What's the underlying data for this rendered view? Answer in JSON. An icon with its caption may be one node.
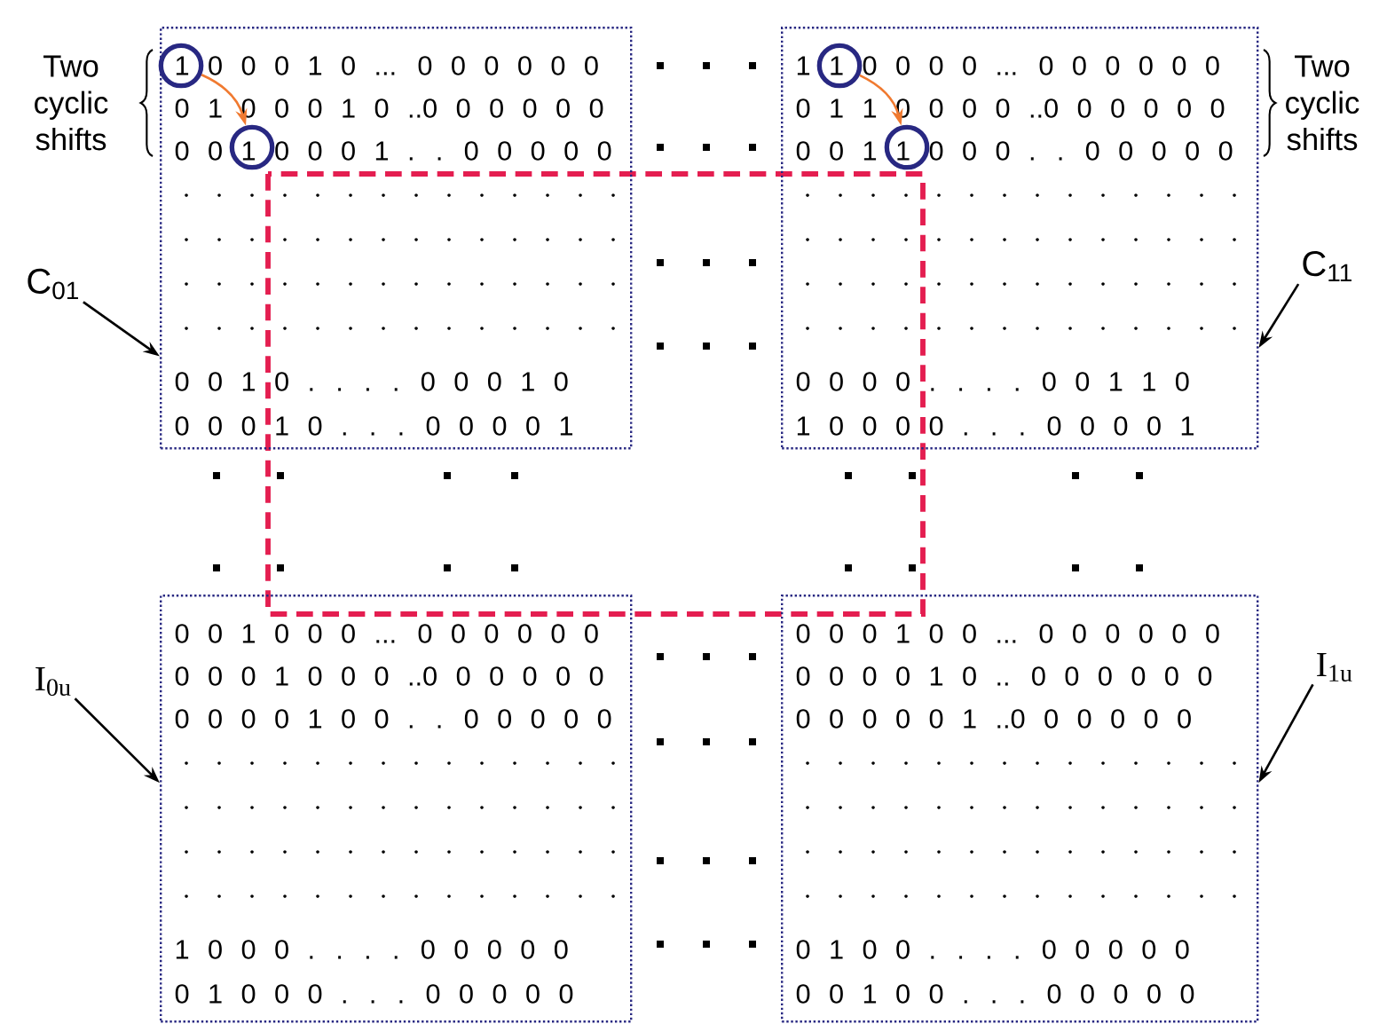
{
  "diagram": {
    "nodes": [
      {
        "text": [
          "1 0 0 0 1 0 ... 0 0 0 0 0 0",
          "0 1 0 0 0 1 0 ..0 0 0 0 0 0",
          "0 0 1 0 0 0 1 . . 0 0 0 0 0",
          "0 0 1 0 . . . . 0 0 0 1 0",
          "0 0 0 1 0 . . . 0 0 0 0 1"
        ],
        "beside": [
          "Two cyclic shifts"
        ]
      },
      {
        "text": [],
        "shape": "circle",
        "in": 0
      },
      {
        "text": [],
        "shape": "circle",
        "in": 0
      },
      {
        "text": [
          "1 1 0 0 0 0 ... 0 0 0 0 0 0",
          "0 1 1 0 0 0 0 ..0 0 0 0 0 0",
          "0 0 1 1 0 0 0 . . 0 0 0 0 0",
          "0 0 0 0 . . . . 0 0 1 1 0",
          "1 0 0 0 0 . . . 0 0 0 0 1"
        ],
        "beside": [
          "Two cyclic shifts"
        ]
      },
      {
        "text": [],
        "shape": "circle",
        "in": 3
      },
      {
        "text": [],
        "shape": "circle",
        "in": 3
      },
      {
        "text": [
          "C$_{01}$"
        ]
      },
      {
        "text": [
          "C$_{11}$"
        ]
      },
      {
        "text": [
          "0 0 1 0 0 0 ... 0 0 0 0 0 0",
          "0 0 0 1 0 0 0 ..0 0 0 0 0 0",
          "0 0 0 0 1 0 0 . . 0 0 0 0 0",
          "1 0 0 0 . . . . 0 0 0 0 0",
          "0 1 0 0 0 . . . 0 0 0 0 0"
        ]
      },
      {
        "text": [
          "0 0 0 1 0 0 ... 0 0 0 0 0 0",
          "0 0 0 0 1 0 .. 0 0 0 0 0 0",
          "0 0 0 0 0 1 ..0 0 0 0 0 0",
          "0 1 0 0 . . . . 0 0 0 0 0",
          "0 0 1 0 0 . . . 0 0 0 0 0"
        ]
      },
      {
        "text": [
          "I$_{0u}$"
        ]
      },
      {
        "text": [
          "I$_{1u}$"
        ]
      }
    ],
    "edges": [
      {
        "from": 1,
        "to": 2,
        "arrow": "to",
        "color": "#f07a30"
      },
      {
        "from": 4,
        "to": 5,
        "arrow": "to",
        "color": "#f07a30"
      },
      {
        "from": 6,
        "to": 0,
        "arrow": "to"
      },
      {
        "from": 7,
        "to": 3,
        "arrow": "to"
      },
      {
        "from": 10,
        "to": 8,
        "arrow": "to"
      },
      {
        "from": 11,
        "to": 9,
        "arrow": "to"
      }
    ]
  }
}
